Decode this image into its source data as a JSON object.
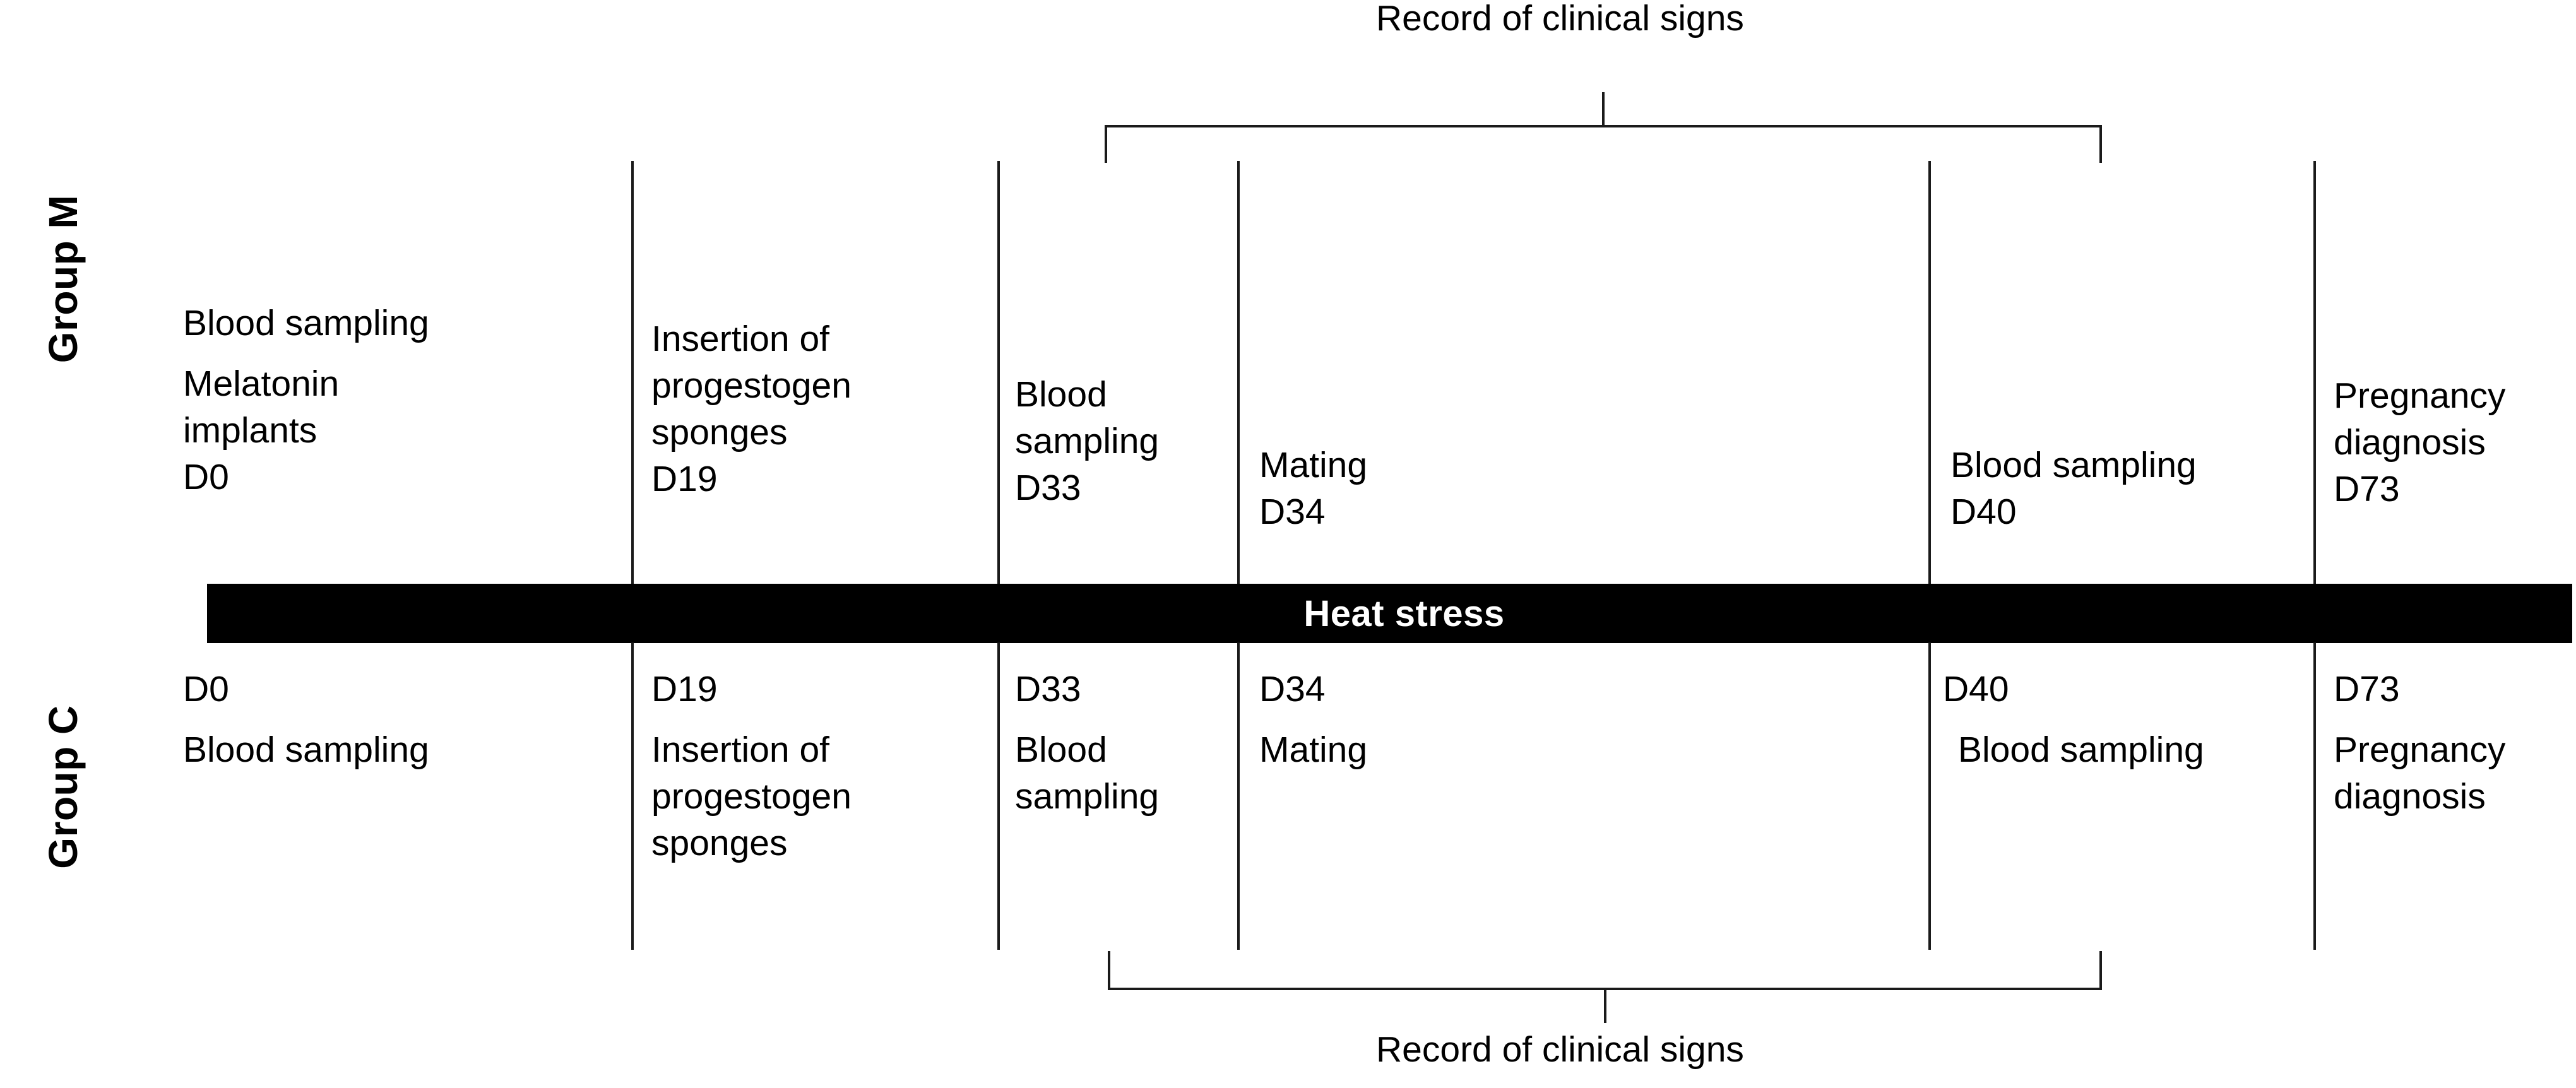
{
  "diagram": {
    "title_top": "Record of clinical signs",
    "title_bottom": "Record of clinical signs",
    "heat_stress_label": "Heat stress",
    "groups": [
      {
        "id": "M",
        "label": "Group M"
      },
      {
        "id": "C",
        "label": "Group C"
      }
    ],
    "group_m": {
      "label": "Group M",
      "events": [
        {
          "day": "D0",
          "lines": [
            "Blood sampling",
            "Melatonin",
            "implants"
          ]
        },
        {
          "day": "D19",
          "lines": [
            "Insertion of",
            "progestogen",
            "sponges"
          ]
        },
        {
          "day": "D33",
          "lines": [
            "Blood",
            "sampling"
          ]
        },
        {
          "day": "D34",
          "lines": [
            "Mating"
          ]
        },
        {
          "day": "D40",
          "lines": [
            "Blood sampling"
          ]
        },
        {
          "day": "D73",
          "lines": [
            "Pregnancy",
            "diagnosis"
          ]
        }
      ]
    },
    "group_c": {
      "label": "Group C",
      "events": [
        {
          "day": "D0",
          "lines": [
            "Blood sampling"
          ]
        },
        {
          "day": "D19",
          "lines": [
            "Insertion of",
            "progestogen",
            "sponges"
          ]
        },
        {
          "day": "D33",
          "lines": [
            "Blood",
            "sampling"
          ]
        },
        {
          "day": "D34",
          "lines": [
            "Mating"
          ]
        },
        {
          "day": "D40",
          "lines": [
            "Blood sampling"
          ]
        },
        {
          "day": "D73",
          "lines": [
            "Pregnancy",
            "diagnosis"
          ]
        }
      ]
    },
    "m_cells": {
      "c1_l1": "Blood sampling",
      "c1_l2": "Melatonin",
      "c1_l3": "implants",
      "c1_day": "D0",
      "c2_l1": "Insertion of",
      "c2_l2": "progestogen",
      "c2_l3": "sponges",
      "c2_day": "D19",
      "c3_l1": "Blood",
      "c3_l2": "sampling",
      "c3_day": "D33",
      "c4_l1": "Mating",
      "c4_day": "D34",
      "c5_l1": "Blood sampling",
      "c5_day": "D40",
      "c6_l1": "Pregnancy",
      "c6_l2": "diagnosis",
      "c6_day": "D73"
    },
    "c_cells": {
      "c1_day": "D0",
      "c1_l1": "Blood sampling",
      "c2_day": "D19",
      "c2_l1": "Insertion of",
      "c2_l2": "progestogen",
      "c2_l3": "sponges",
      "c3_day": "D33",
      "c3_l1": "Blood",
      "c3_l2": "sampling",
      "c4_day": "D34",
      "c4_l1": "Mating",
      "c5_day": "D40",
      "c5_l1": "Blood sampling",
      "c6_day": "D73",
      "c6_l1": "Pregnancy",
      "c6_l2": "diagnosis"
    },
    "colors": {
      "bar_fill": "#000000",
      "bar_text": "#ffffff",
      "line": "#1a1a1a",
      "background": "#ffffff",
      "text": "#000000"
    },
    "timeline_days": [
      "D0",
      "D19",
      "D33",
      "D34",
      "D40",
      "D73"
    ]
  }
}
